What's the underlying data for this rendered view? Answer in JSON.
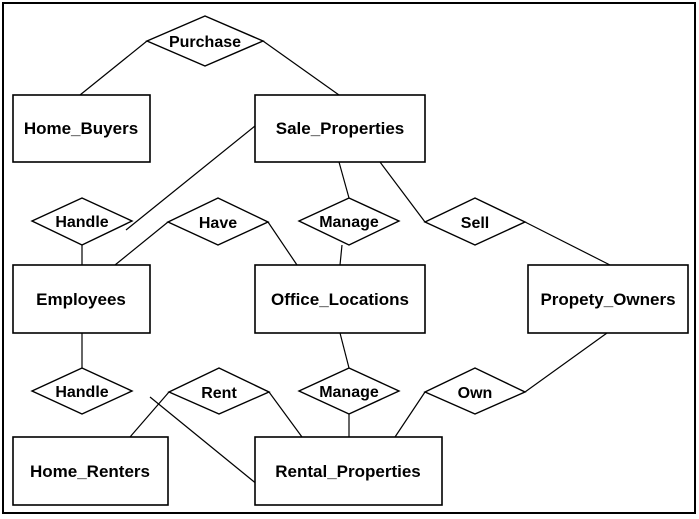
{
  "entities": {
    "home_buyers": "Home_Buyers",
    "sale_properties": "Sale_Properties",
    "employees": "Employees",
    "office_locations": "Office_Locations",
    "property_owners": "Propety_Owners",
    "home_renters": "Home_Renters",
    "rental_properties": "Rental_Properties"
  },
  "relationships": {
    "purchase": "Purchase",
    "handle_sale": "Handle",
    "have": "Have",
    "manage_sale": "Manage",
    "sell": "Sell",
    "handle_rental": "Handle",
    "rent": "Rent",
    "manage_rental": "Manage",
    "own": "Own"
  }
}
